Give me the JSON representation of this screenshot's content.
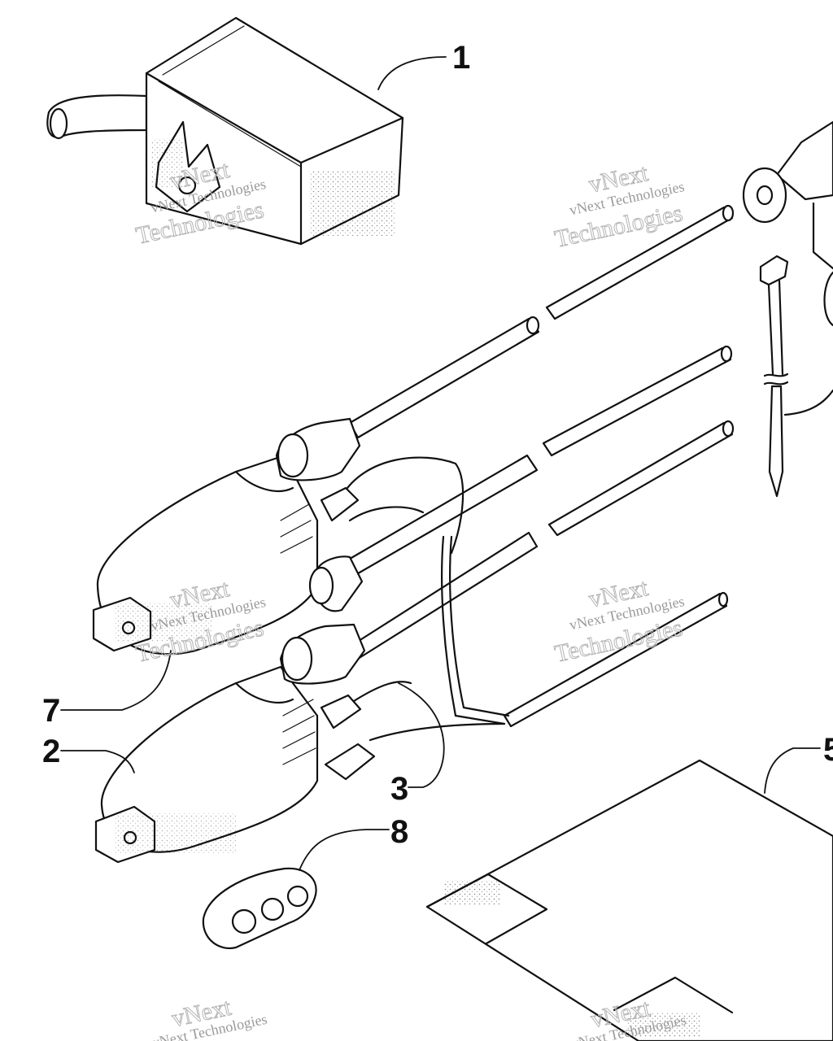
{
  "callouts": {
    "c1": "1",
    "c2": "2",
    "c3": "3",
    "c5": "5",
    "c7": "7",
    "c8": "8"
  },
  "watermark": {
    "line1": "vNext",
    "line2": "vNext Technologies",
    "line3": "Technologies"
  },
  "colors": {
    "ink": "#111111",
    "watermark": "#9a9a9a"
  }
}
